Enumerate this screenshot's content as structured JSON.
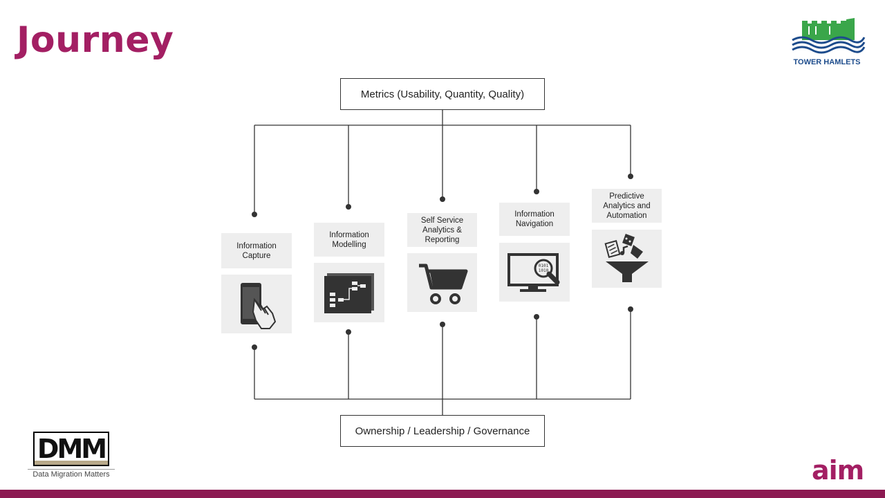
{
  "slide": {
    "title": "Journey"
  },
  "top_box": {
    "label": "Metrics (Usability, Quantity, Quality)"
  },
  "bottom_box": {
    "label": "Ownership / Leadership / Governance"
  },
  "stages": [
    {
      "label": "Information\nCapture",
      "icon": "tablet-touch-icon"
    },
    {
      "label": "Information\nModelling",
      "icon": "data-model-icon"
    },
    {
      "label": "Self Service\nAnalytics &\nReporting",
      "icon": "shopping-cart-icon"
    },
    {
      "label": "Information\nNavigation",
      "icon": "monitor-search-icon"
    },
    {
      "label": "Predictive\nAnalytics and\nAutomation",
      "icon": "funnel-icon"
    }
  ],
  "logos": {
    "tower_hamlets": "TOWER HAMLETS",
    "dmm_mark": "DMM",
    "dmm_caption": "Data Migration Matters",
    "aim": "aim"
  },
  "colors": {
    "title": "#a31f63",
    "footer": "#8c1a52",
    "icon": "#333333",
    "panel": "#eeeeee"
  }
}
